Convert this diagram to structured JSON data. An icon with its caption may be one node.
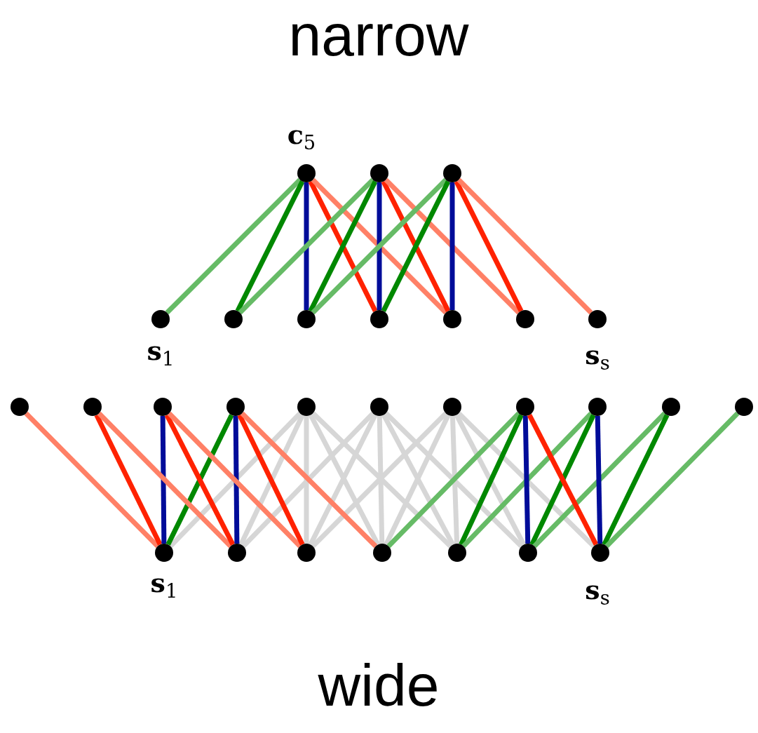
{
  "diagram": {
    "nodes": [
      {
        "text": [],
        "shape": "circle",
        "beside": [
          "**c**$_{5}$"
        ]
      },
      {
        "text": [],
        "shape": "circle"
      },
      {
        "text": [],
        "shape": "circle"
      },
      {
        "text": [],
        "shape": "circle",
        "beside": [
          "**s**$_{1}$"
        ]
      },
      {
        "text": [],
        "shape": "circle"
      },
      {
        "text": [],
        "shape": "circle"
      },
      {
        "text": [],
        "shape": "circle"
      },
      {
        "text": [],
        "shape": "circle"
      },
      {
        "text": [],
        "shape": "circle"
      },
      {
        "text": [],
        "shape": "circle",
        "beside": [
          "**s**$_{s}$"
        ]
      },
      {
        "text": [],
        "shape": "circle"
      },
      {
        "text": [],
        "shape": "circle"
      },
      {
        "text": [],
        "shape": "circle"
      },
      {
        "text": [],
        "shape": "circle"
      },
      {
        "text": [],
        "shape": "circle"
      },
      {
        "text": [],
        "shape": "circle"
      },
      {
        "text": [],
        "shape": "circle"
      },
      {
        "text": [],
        "shape": "circle"
      },
      {
        "text": [],
        "shape": "circle"
      },
      {
        "text": [],
        "shape": "circle"
      },
      {
        "text": [],
        "shape": "circle"
      },
      {
        "text": [],
        "shape": "circle",
        "beside": [
          "**s**$_{1}$"
        ]
      },
      {
        "text": [],
        "shape": "circle"
      },
      {
        "text": [],
        "shape": "circle"
      },
      {
        "text": [],
        "shape": "circle"
      },
      {
        "text": [],
        "shape": "circle"
      },
      {
        "text": [],
        "shape": "circle"
      },
      {
        "text": [],
        "shape": "circle",
        "beside": [
          "**s**$_{s}$"
        ]
      }
    ],
    "edges": [
      {
        "from": 0,
        "to": 3,
        "arrow": "none",
        "color": "#66bb66"
      },
      {
        "from": 0,
        "to": 4,
        "arrow": "none",
        "color": "#008800"
      },
      {
        "from": 0,
        "to": 5,
        "arrow": "none",
        "color": "#000c99"
      },
      {
        "from": 0,
        "to": 6,
        "arrow": "none",
        "color": "#ff2200"
      },
      {
        "from": 0,
        "to": 7,
        "arrow": "none",
        "color": "#ff8066"
      },
      {
        "from": 1,
        "to": 4,
        "arrow": "none",
        "color": "#66bb66"
      },
      {
        "from": 1,
        "to": 5,
        "arrow": "none",
        "color": "#008800"
      },
      {
        "from": 1,
        "to": 6,
        "arrow": "none",
        "color": "#000c99"
      },
      {
        "from": 1,
        "to": 7,
        "arrow": "none",
        "color": "#ff2200"
      },
      {
        "from": 1,
        "to": 8,
        "arrow": "none",
        "color": "#ff8066"
      },
      {
        "from": 2,
        "to": 5,
        "arrow": "none",
        "color": "#66bb66"
      },
      {
        "from": 2,
        "to": 6,
        "arrow": "none",
        "color": "#008800"
      },
      {
        "from": 2,
        "to": 7,
        "arrow": "none",
        "color": "#000c99"
      },
      {
        "from": 2,
        "to": 8,
        "arrow": "none",
        "color": "#ff2200"
      },
      {
        "from": 2,
        "to": 9,
        "arrow": "none",
        "color": "#ff8066"
      },
      {
        "from": 10,
        "to": 21,
        "arrow": "none",
        "color": "#ff8066"
      },
      {
        "from": 11,
        "to": 21,
        "arrow": "none",
        "color": "#ff2200"
      },
      {
        "from": 12,
        "to": 21,
        "arrow": "none",
        "color": "#000c99"
      },
      {
        "from": 13,
        "to": 21,
        "arrow": "none",
        "color": "#008800"
      },
      {
        "from": 14,
        "to": 21,
        "arrow": "none",
        "color": "#d6d6d6"
      },
      {
        "from": 11,
        "to": 22,
        "arrow": "none",
        "color": "#ff8066"
      },
      {
        "from": 12,
        "to": 22,
        "arrow": "none",
        "color": "#ff2200"
      },
      {
        "from": 13,
        "to": 22,
        "arrow": "none",
        "color": "#000c99"
      },
      {
        "from": 14,
        "to": 22,
        "arrow": "none",
        "color": "#d6d6d6"
      },
      {
        "from": 15,
        "to": 22,
        "arrow": "none",
        "color": "#d6d6d6"
      },
      {
        "from": 12,
        "to": 23,
        "arrow": "none",
        "color": "#ff8066"
      },
      {
        "from": 13,
        "to": 23,
        "arrow": "none",
        "color": "#ff2200"
      },
      {
        "from": 14,
        "to": 23,
        "arrow": "none",
        "color": "#d6d6d6"
      },
      {
        "from": 15,
        "to": 23,
        "arrow": "none",
        "color": "#d6d6d6"
      },
      {
        "from": 16,
        "to": 23,
        "arrow": "none",
        "color": "#d6d6d6"
      },
      {
        "from": 13,
        "to": 24,
        "arrow": "none",
        "color": "#ff8066"
      },
      {
        "from": 14,
        "to": 24,
        "arrow": "none",
        "color": "#d6d6d6"
      },
      {
        "from": 15,
        "to": 24,
        "arrow": "none",
        "color": "#d6d6d6"
      },
      {
        "from": 16,
        "to": 24,
        "arrow": "none",
        "color": "#d6d6d6"
      },
      {
        "from": 17,
        "to": 24,
        "arrow": "none",
        "color": "#66bb66"
      },
      {
        "from": 14,
        "to": 25,
        "arrow": "none",
        "color": "#d6d6d6"
      },
      {
        "from": 15,
        "to": 25,
        "arrow": "none",
        "color": "#d6d6d6"
      },
      {
        "from": 16,
        "to": 25,
        "arrow": "none",
        "color": "#d6d6d6"
      },
      {
        "from": 17,
        "to": 25,
        "arrow": "none",
        "color": "#008800"
      },
      {
        "from": 18,
        "to": 25,
        "arrow": "none",
        "color": "#66bb66"
      },
      {
        "from": 15,
        "to": 26,
        "arrow": "none",
        "color": "#d6d6d6"
      },
      {
        "from": 16,
        "to": 26,
        "arrow": "none",
        "color": "#d6d6d6"
      },
      {
        "from": 17,
        "to": 26,
        "arrow": "none",
        "color": "#000c99"
      },
      {
        "from": 18,
        "to": 26,
        "arrow": "none",
        "color": "#008800"
      },
      {
        "from": 19,
        "to": 26,
        "arrow": "none",
        "color": "#66bb66"
      },
      {
        "from": 16,
        "to": 27,
        "arrow": "none",
        "color": "#d6d6d6"
      },
      {
        "from": 17,
        "to": 27,
        "arrow": "none",
        "color": "#ff2200"
      },
      {
        "from": 18,
        "to": 27,
        "arrow": "none",
        "color": "#000c99"
      },
      {
        "from": 19,
        "to": 27,
        "arrow": "none",
        "color": "#008800"
      },
      {
        "from": 20,
        "to": 27,
        "arrow": "none",
        "color": "#66bb66"
      }
    ],
    "labels": [
      "narrow",
      "wide"
    ]
  }
}
